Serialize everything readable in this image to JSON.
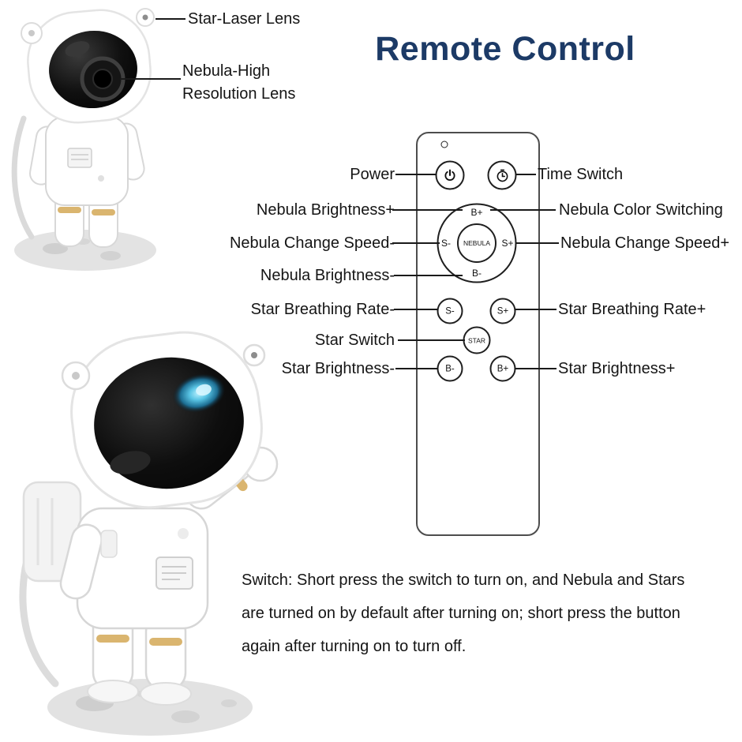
{
  "title": "Remote Control",
  "colors": {
    "title": "#1c3a66",
    "text": "#151515",
    "accent_gold": "#dab56f",
    "galaxy_blue": "#59c4e4"
  },
  "product_callouts": {
    "star_laser_lens": "Star-Laser Lens",
    "nebula_lens_line1": "Nebula-High",
    "nebula_lens_line2": "Resolution Lens"
  },
  "remote": {
    "icons": {
      "power": "power-icon",
      "time": "time-switch-icon"
    },
    "nebula_cluster": {
      "top": "B+",
      "left": "S-",
      "center": "NEBULA",
      "right": "S+",
      "bottom": "B-"
    },
    "star_rate_minus": "S-",
    "star_rate_plus": "S+",
    "star_switch": "STAR",
    "star_brightness_minus": "B-",
    "star_brightness_plus": "B+"
  },
  "left_labels": [
    "Power",
    "Nebula Brightness+",
    "Nebula Change Speed-",
    "Nebula Brightness-",
    "Star Breathing Rate-",
    "Star Switch",
    "Star Brightness-"
  ],
  "right_labels": [
    "Time Switch",
    "Nebula Color Switching",
    "Nebula Change Speed+",
    "Star Breathing Rate+",
    "Star Brightness+"
  ],
  "footer_lines": [
    "Switch: Short press the switch to turn on, and Nebula and Stars",
    "are turned on by default after turning on; short press the button",
    "again after turning on to turn off."
  ]
}
